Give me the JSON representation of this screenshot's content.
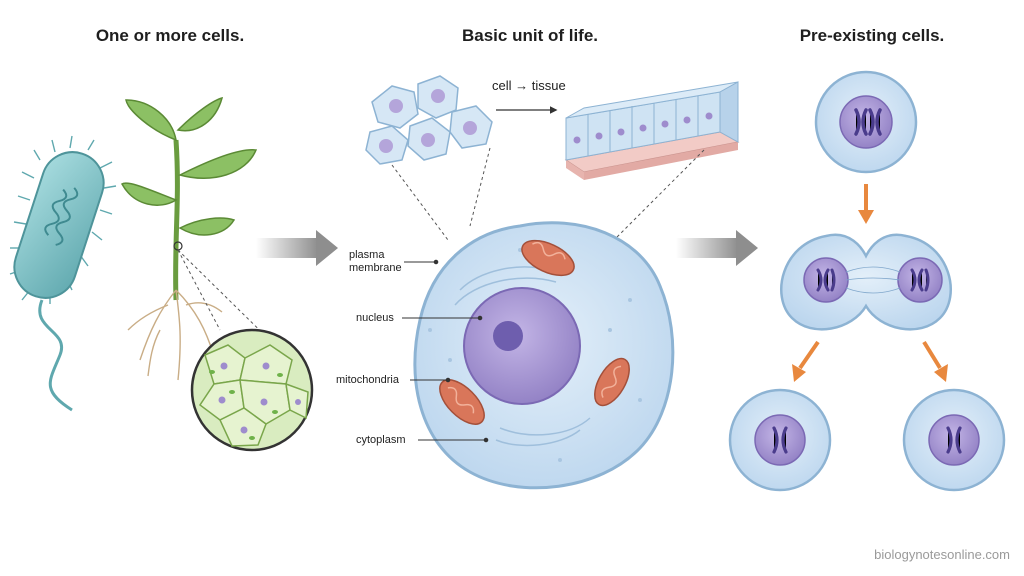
{
  "panels": {
    "left": {
      "title": "One or more cells."
    },
    "middle": {
      "title": "Basic unit of life.",
      "flow": {
        "from": "cell",
        "arrow": "→",
        "to": "tissue"
      },
      "labels": {
        "plasma_membrane_line1": "plasma",
        "plasma_membrane_line2": "membrane",
        "nucleus": "nucleus",
        "mitochondria": "mitochondria",
        "cytoplasm": "cytoplasm"
      }
    },
    "right": {
      "title": "Pre-existing cells."
    }
  },
  "watermark": "biologynotesonline.com",
  "colors": {
    "cell_fill": "#cfe3f3",
    "cell_stroke": "#8db3d3",
    "nucleus_fill": "#a996d2",
    "mitochondria": "#d9765a",
    "arrow_orange": "#e8883e",
    "plant_green": "#7cae4e",
    "bacterium": "#7cc3c8"
  },
  "icons": [
    "bacterium-icon",
    "plant-icon",
    "cell-icon",
    "chromosome-icon"
  ]
}
